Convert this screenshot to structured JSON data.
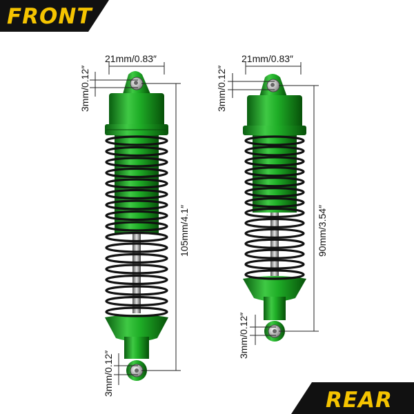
{
  "badges": {
    "front": "FRONT",
    "rear": "REAR"
  },
  "front_shock": {
    "width_label": "21mm/0.83″",
    "top_hole_label": "3mm/0.12″",
    "length_label": "105mm/4.1″",
    "bottom_hole_label": "3mm/0.12″"
  },
  "rear_shock": {
    "width_label": "21mm/0.83″",
    "top_hole_label": "3mm/0.12″",
    "length_label": "90mm/3.54″",
    "bottom_hole_label": "3mm/0.12″"
  },
  "colors": {
    "shock_body": "#1aa523",
    "shock_dark": "#0c6f14",
    "shock_light": "#5fdc5f",
    "spring": "#111111",
    "badge_bg": "#111111",
    "badge_text": "#f5c400"
  }
}
